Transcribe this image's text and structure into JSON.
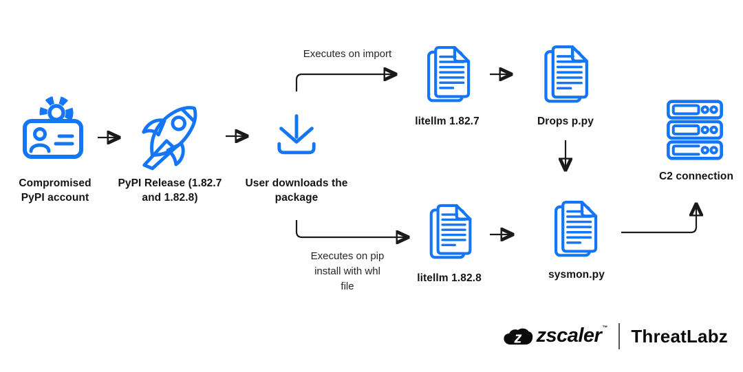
{
  "diagram": {
    "background": "#ffffff",
    "accent": "#1475f6",
    "arrow_color": "#1a1a1a",
    "nodes": {
      "compromised_account": {
        "icon": "id-card-gear-icon",
        "label": [
          "Compromised",
          "PyPI account"
        ]
      },
      "pypi_release": {
        "icon": "rocket-icon",
        "label": [
          "PyPI Release (1.82.7",
          "and 1.82.8)"
        ]
      },
      "user_downloads": {
        "icon": "download-icon",
        "label": [
          "User downloads the",
          "package"
        ]
      },
      "litellm_1827": {
        "icon": "documents-icon",
        "label": "litellm 1.82.7"
      },
      "drops_ppy": {
        "icon": "documents-icon",
        "label": "Drops p.py"
      },
      "litellm_1828": {
        "icon": "documents-icon",
        "label": "litellm 1.82.8"
      },
      "sysmon_py": {
        "icon": "documents-icon",
        "label": "sysmon.py"
      },
      "c2_connection": {
        "icon": "server-stack-icon",
        "label": "C2 connection"
      }
    },
    "annotations": {
      "executes_on_import": "Executes on import",
      "executes_on_pip": [
        "Executes on pip",
        "install with whl",
        "file"
      ]
    },
    "branding": {
      "zscaler": "zscaler",
      "trademark": "™",
      "threatlabz": "ThreatLabz"
    }
  }
}
